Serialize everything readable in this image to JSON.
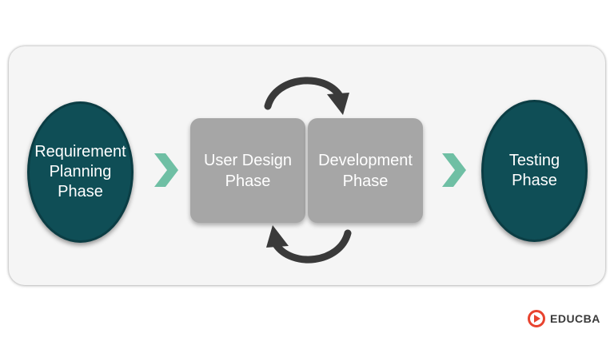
{
  "phases": {
    "requirement": "Requirement\nPlanning\nPhase",
    "user_design": "User Design\nPhase",
    "development": "Development\nPhase",
    "testing": "Testing\nPhase"
  },
  "brand": {
    "name": "EDUCBA"
  },
  "colors": {
    "oval_fill": "#0f4e56",
    "box_fill": "#a6a6a6",
    "chevron": "#6fbfa4",
    "cycle_arrow": "#3a3a3a",
    "brand_red": "#e8432f"
  },
  "icons": {
    "flow_arrow": "chevron-right-icon",
    "cycle_top": "curved-arrow-clockwise-icon",
    "cycle_bottom": "curved-arrow-return-icon",
    "brand_logo": "educba-logo-icon"
  }
}
